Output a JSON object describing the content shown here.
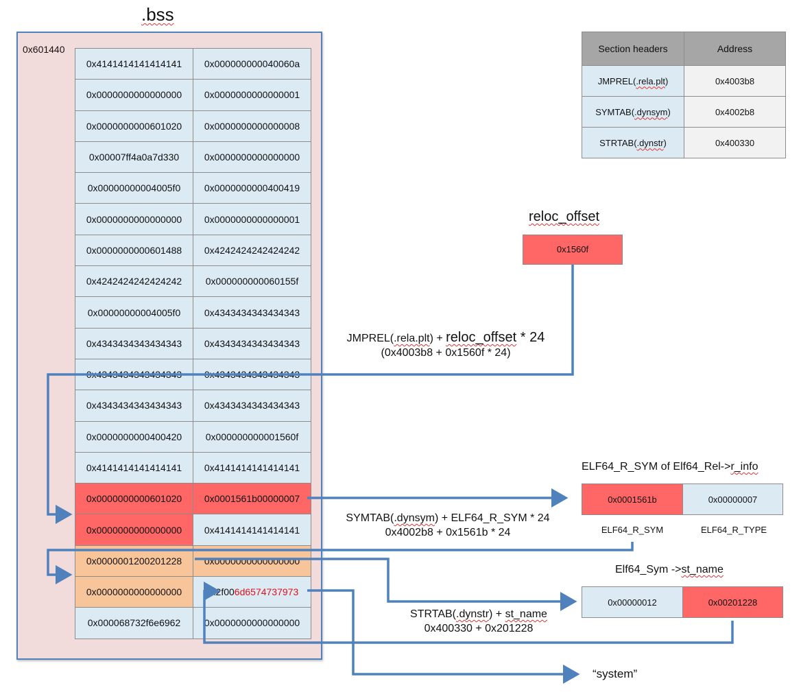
{
  "bss": {
    "title": ".bss",
    "base_address": "0x601440",
    "rows": [
      {
        "c": [
          "0x4141414141414141",
          "0x000000000040060a"
        ],
        "hl": [
          "",
          ""
        ]
      },
      {
        "c": [
          "0x0000000000000000",
          "0x0000000000000001"
        ],
        "hl": [
          "",
          ""
        ]
      },
      {
        "c": [
          "0x0000000000601020",
          "0x0000000000000008"
        ],
        "hl": [
          "",
          ""
        ]
      },
      {
        "c": [
          "0x00007ff4a0a7d330",
          "0x0000000000000000"
        ],
        "hl": [
          "",
          ""
        ]
      },
      {
        "c": [
          "0x00000000004005f0",
          "0x0000000000400419"
        ],
        "hl": [
          "",
          ""
        ]
      },
      {
        "c": [
          "0x0000000000000000",
          "0x0000000000000001"
        ],
        "hl": [
          "",
          ""
        ]
      },
      {
        "c": [
          "0x0000000000601488",
          "0x4242424242424242"
        ],
        "hl": [
          "",
          ""
        ]
      },
      {
        "c": [
          "0x4242424242424242",
          "0x000000000060155f"
        ],
        "hl": [
          "",
          ""
        ]
      },
      {
        "c": [
          "0x00000000004005f0",
          "0x4343434343434343"
        ],
        "hl": [
          "",
          ""
        ]
      },
      {
        "c": [
          "0x4343434343434343",
          "0x4343434343434343"
        ],
        "hl": [
          "",
          ""
        ]
      },
      {
        "c": [
          "0x4343434343434343",
          "0x4343434343434343"
        ],
        "hl": [
          "",
          ""
        ]
      },
      {
        "c": [
          "0x4343434343434343",
          "0x4343434343434343"
        ],
        "hl": [
          "",
          ""
        ]
      },
      {
        "c": [
          "0x0000000000400420",
          "0x000000000001560f"
        ],
        "hl": [
          "",
          ""
        ]
      },
      {
        "c": [
          "0x4141414141414141",
          "0x4141414141414141"
        ],
        "hl": [
          "",
          ""
        ]
      },
      {
        "c": [
          "0x0000000000601020",
          "0x0001561b00000007"
        ],
        "hl": [
          "red",
          "red"
        ]
      },
      {
        "c": [
          "0x0000000000000000",
          "0x4141414141414141"
        ],
        "hl": [
          "red",
          ""
        ]
      },
      {
        "c": [
          "0x0000001200201228",
          "0x0000000000000000"
        ],
        "hl": [
          "orange",
          "orange"
        ]
      },
      {
        "c": [
          "0x0000000000000000",
          "0x2f006d6574737973"
        ],
        "hl": [
          "orange",
          "split"
        ]
      },
      {
        "c": [
          "0x000068732f6e6962",
          "0x0000000000000000"
        ],
        "hl": [
          "",
          ""
        ]
      }
    ],
    "split_cell": {
      "prefix": "0x2f00",
      "highlight": "6d6574737973"
    }
  },
  "section_headers": {
    "headers": [
      "Section headers",
      "Address"
    ],
    "rows": [
      {
        "name_prefix": "JMPREL(",
        "name_sq": ".rela.plt",
        "name_suffix": ")",
        "address": "0x4003b8"
      },
      {
        "name_prefix": "SYMTAB(",
        "name_sq": ".dynsym",
        "name_suffix": ")",
        "address": "0x4002b8"
      },
      {
        "name_prefix": "STRTAB(",
        "name_sq": ".dynstr",
        "name_suffix": ")",
        "address": "0x400330"
      }
    ]
  },
  "reloc": {
    "title": "reloc_offset",
    "value": "0x1560f",
    "formula_line1_a": "JMPREL(",
    "formula_line1_b": ".rela.plt",
    "formula_line1_c": ") + ",
    "formula_line1_d": "reloc_offset",
    "formula_line1_e": " * 24",
    "formula_line2": "(0x4003b8 + 0x1560f * 24)"
  },
  "r_info": {
    "title_a": "ELF64_R_SYM of Elf64_Rel->",
    "title_b": "r_info",
    "sym_value": "0x0001561b",
    "type_value": "0x00000007",
    "sym_label": "ELF64_R_SYM",
    "type_label": "ELF64_R_TYPE",
    "formula_line1_a": "SYMTAB(",
    "formula_line1_b": ".dynsym",
    "formula_line1_c": ") + ELF64_R_SYM * 24",
    "formula_line2": "0x4002b8 + 0x1561b * 24"
  },
  "st_name": {
    "title_a": "Elf64_Sym ->",
    "title_b": "st_name",
    "left_value": "0x00000012",
    "right_value": "0x00201228",
    "formula_line1_a": "STRTAB(",
    "formula_line1_b": ".dynstr",
    "formula_line1_c": ") + ",
    "formula_line1_d": "st_name",
    "formula_line2": "0x400330 + 0x201228"
  },
  "result": {
    "label": "“system”"
  },
  "colors": {
    "arrow": "#4f81bd",
    "highlight_red": "#ff6666",
    "highlight_orange": "#f8c499",
    "cell_blue": "#dbeaf3",
    "bss_bg": "#f2dcdb",
    "red_text": "#e3101d"
  }
}
